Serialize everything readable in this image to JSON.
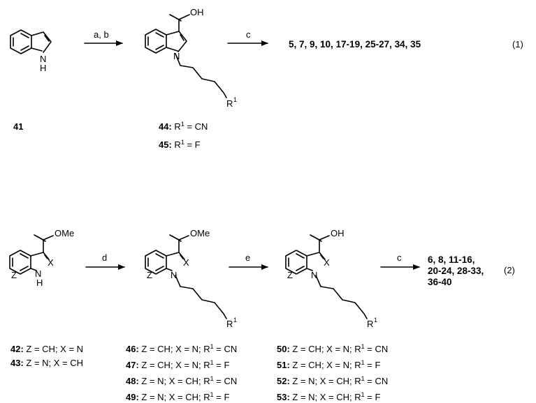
{
  "scheme1": {
    "start_label": "41",
    "step1_reagents": "a, b",
    "step2_reagents": "c",
    "products": "5, 7, 9, 10, 17-19, 25-27, 34, 35",
    "eq_number": "(1)",
    "intermediate_labels": [
      {
        "num": "44:",
        "rest": "R",
        "sup": "1",
        "tail": " = CN"
      },
      {
        "num": "45:",
        "rest": "R",
        "sup": "1",
        "tail": " = F"
      }
    ]
  },
  "scheme2": {
    "step_d": "d",
    "step_e": "e",
    "step_c": "c",
    "products": [
      "6, 8, 11-16,",
      "20-24, 28-33,",
      "36-40"
    ],
    "eq_number": "(2)",
    "start_labels": [
      {
        "num": "42:",
        "text": " Z = CH; X = N"
      },
      {
        "num": "43:",
        "text": " Z = N; X = CH"
      }
    ],
    "ester_labels": [
      {
        "num": "46:",
        "pre": " Z = CH; X = N; R",
        "sup": "1",
        "tail": " = CN"
      },
      {
        "num": "47:",
        "pre": " Z = CH; X = N; R",
        "sup": "1",
        "tail": " = F"
      },
      {
        "num": "48:",
        "pre": " Z = N; X = CH; R",
        "sup": "1",
        "tail": " = CN"
      },
      {
        "num": "49:",
        "pre": " Z = N; X = CH; R",
        "sup": "1",
        "tail": " = F"
      }
    ],
    "acid_labels": [
      {
        "num": "50:",
        "pre": " Z = CH; X = N; R",
        "sup": "1",
        "tail": " = CN"
      },
      {
        "num": "51:",
        "pre": " Z = CH; X = N; R",
        "sup": "1",
        "tail": " = F"
      },
      {
        "num": "52:",
        "pre": " Z = N; X = CH; R",
        "sup": "1",
        "tail": " = CN"
      },
      {
        "num": "53:",
        "pre": " Z = N; X = CH; R",
        "sup": "1",
        "tail": " = F"
      }
    ]
  },
  "atoms": {
    "nh_n": "N",
    "nh_h": "H",
    "oh": "OH",
    "ome": "OMe",
    "n": "N",
    "x": "X",
    "z": "Z",
    "r": "R",
    "r_sup": "1"
  }
}
